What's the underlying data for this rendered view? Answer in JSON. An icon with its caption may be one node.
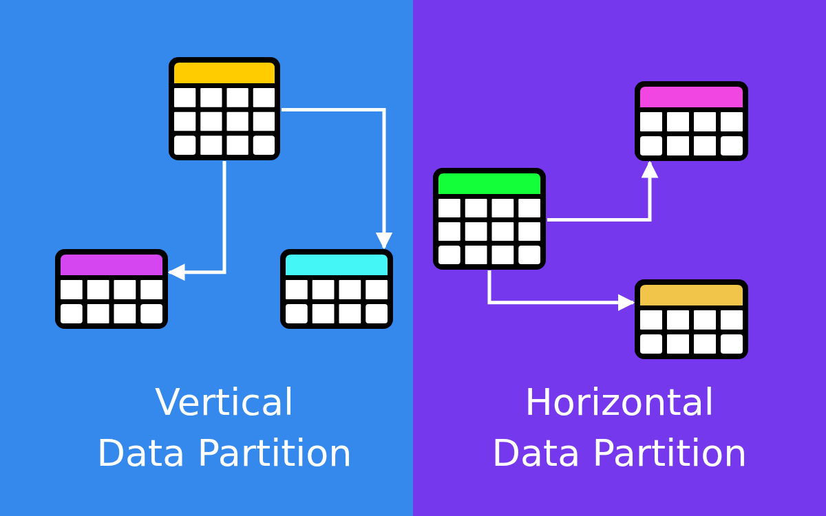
{
  "diagram": {
    "nodes": [
      {
        "text": [
          "Vertical Data Partition"
        ]
      },
      {
        "text": [],
        "shape": "table",
        "in": 0
      },
      {
        "text": [],
        "shape": "table",
        "in": 0
      },
      {
        "text": [],
        "shape": "table",
        "in": 0
      },
      {
        "text": [
          "Horizontal Data Partition"
        ]
      },
      {
        "text": [],
        "shape": "table",
        "in": 4
      },
      {
        "text": [],
        "shape": "table",
        "in": 4
      },
      {
        "text": [],
        "shape": "table",
        "in": 4
      }
    ],
    "edges": [
      {
        "from": 1,
        "to": 2,
        "arrow": "to"
      },
      {
        "from": 1,
        "to": 3,
        "arrow": "to"
      },
      {
        "from": 5,
        "to": 6,
        "arrow": "to"
      },
      {
        "from": 5,
        "to": 7,
        "arrow": "to"
      }
    ]
  }
}
